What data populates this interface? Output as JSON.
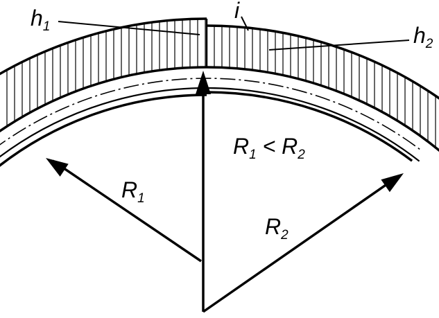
{
  "diagram": {
    "labels": {
      "h1": {
        "main": "h",
        "sub": "1"
      },
      "i": {
        "main": "i"
      },
      "h2": {
        "main": "h",
        "sub": "2"
      },
      "r1": {
        "main": "R",
        "sub": "1"
      },
      "r2": {
        "main": "R",
        "sub": "2"
      },
      "relation": {
        "a": "R",
        "a_sub": "1",
        "op": " < ",
        "b": "R",
        "b_sub": "2"
      }
    },
    "colors": {
      "ink": "#000000",
      "background": "#ffffff"
    }
  }
}
